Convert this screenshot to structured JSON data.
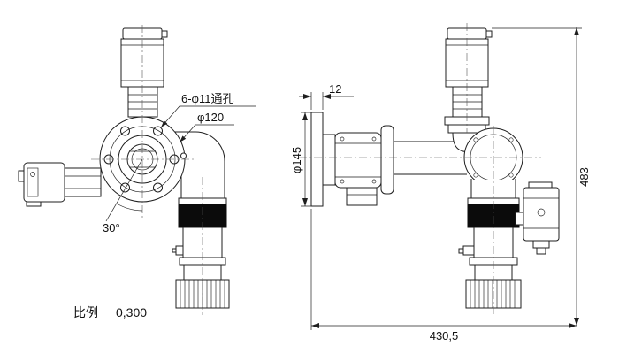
{
  "drawing": {
    "annotations": {
      "holes_note": "6-φ11通孔",
      "flange_diameter": "φ120",
      "bolt_angle": "30°",
      "plate_thickness": "12",
      "plate_diameter": "φ145",
      "overall_height": "483",
      "overall_width": "430,5"
    },
    "scale": {
      "label": "比例",
      "value": "0,300"
    },
    "colors": {
      "line": "#1f1f1f",
      "background": "#ffffff",
      "sleeve_band": "#0b0b0b"
    }
  }
}
